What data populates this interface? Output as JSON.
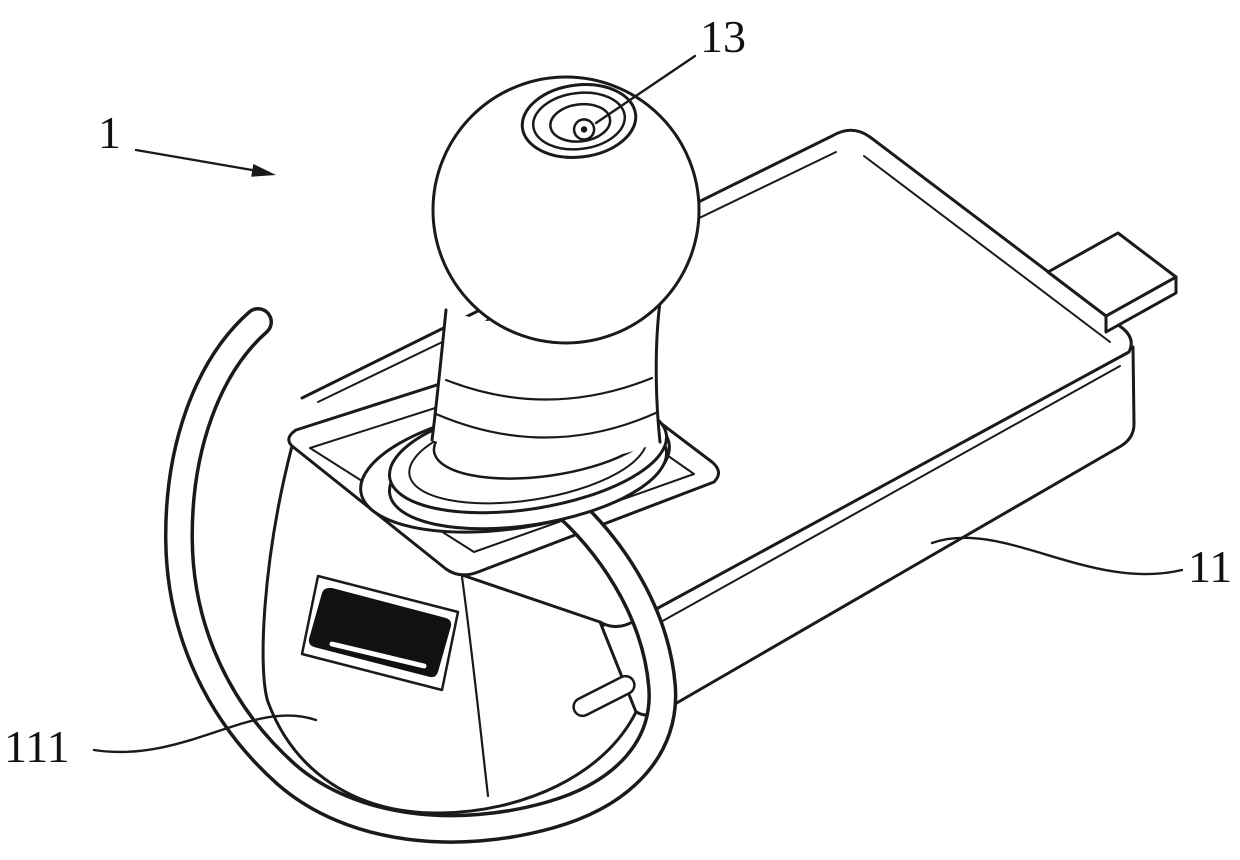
{
  "figure": {
    "background_color": "#ffffff",
    "line_color": "#1a1a1a",
    "labels": {
      "assembly": {
        "text": "1",
        "points_to": "earphone-assembly"
      },
      "sound_port": {
        "text": "13",
        "points_to": "ear-tip-sound-port"
      },
      "body": {
        "text": "11",
        "points_to": "main-body"
      },
      "ear_hook": {
        "text": "111",
        "points_to": "ear-hook"
      }
    }
  }
}
